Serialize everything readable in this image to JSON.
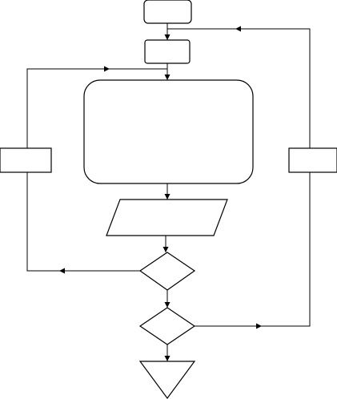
{
  "diagram": {
    "type": "flowchart",
    "nodes": [
      {
        "id": "start",
        "shape": "rounded-rect",
        "label": ""
      },
      {
        "id": "step-1",
        "shape": "rect",
        "label": ""
      },
      {
        "id": "process",
        "shape": "rounded-rect",
        "label": ""
      },
      {
        "id": "input-output",
        "shape": "parallelogram",
        "label": ""
      },
      {
        "id": "decision-1",
        "shape": "diamond",
        "label": ""
      },
      {
        "id": "decision-2",
        "shape": "diamond",
        "label": ""
      },
      {
        "id": "end",
        "shape": "triangle",
        "label": ""
      },
      {
        "id": "left-loop-label",
        "shape": "rect",
        "label": ""
      },
      {
        "id": "right-loop-label",
        "shape": "rect",
        "label": ""
      }
    ],
    "edges": [
      {
        "from": "start",
        "to": "step-1"
      },
      {
        "from": "step-1",
        "to": "process"
      },
      {
        "from": "process",
        "to": "input-output"
      },
      {
        "from": "input-output",
        "to": "decision-1"
      },
      {
        "from": "decision-1",
        "to": "decision-2"
      },
      {
        "from": "decision-2",
        "to": "end"
      },
      {
        "from": "decision-1",
        "to": "process",
        "route": "left-loop"
      },
      {
        "from": "decision-2",
        "to": "step-1",
        "route": "right-loop"
      }
    ],
    "colors": {
      "stroke": "#000000",
      "fill": "#ffffff"
    }
  }
}
